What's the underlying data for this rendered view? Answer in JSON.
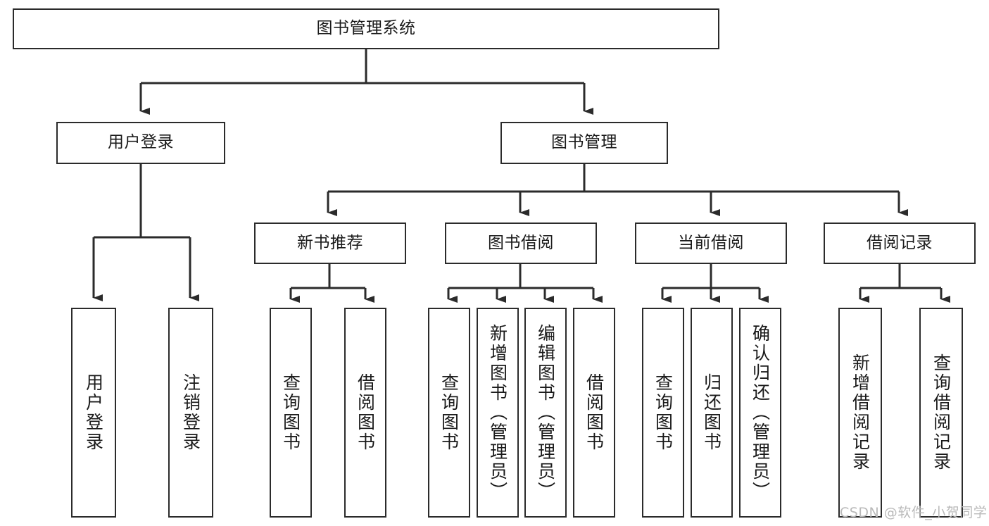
{
  "diagram": {
    "title": "图书管理系统",
    "type": "tree-hierarchy",
    "stroke_color": "#2b2b2b",
    "fill_color": "#ffffff",
    "text_color": "#1a1a1a"
  },
  "nodes": {
    "root": {
      "label": "图书管理系统",
      "level": 0
    },
    "l1": [
      {
        "id": "user-login",
        "label": "用户登录"
      },
      {
        "id": "book-manage",
        "label": "图书管理"
      }
    ],
    "l2": [
      {
        "id": "new-book-rec",
        "label": "新书推荐"
      },
      {
        "id": "book-borrow",
        "label": "图书借阅"
      },
      {
        "id": "current-borrow",
        "label": "当前借阅"
      },
      {
        "id": "borrow-record",
        "label": "借阅记录"
      }
    ],
    "leaves": [
      {
        "id": "leaf-user-login",
        "label": "用户登录",
        "parent": "user-login"
      },
      {
        "id": "leaf-logout",
        "label": "注销登录",
        "parent": "user-login"
      },
      {
        "id": "leaf-query-book-1",
        "label": "查询图书",
        "parent": "new-book-rec"
      },
      {
        "id": "leaf-borrow-book-1",
        "label": "借阅图书",
        "parent": "new-book-rec"
      },
      {
        "id": "leaf-query-book-2",
        "label": "查询图书",
        "parent": "book-borrow"
      },
      {
        "id": "leaf-add-book",
        "label": "新增图书（管理员）",
        "parent": "book-borrow"
      },
      {
        "id": "leaf-edit-book",
        "label": "编辑图书（管理员）",
        "parent": "book-borrow"
      },
      {
        "id": "leaf-borrow-book-2",
        "label": "借阅图书",
        "parent": "book-borrow"
      },
      {
        "id": "leaf-query-book-3",
        "label": "查询图书",
        "parent": "current-borrow"
      },
      {
        "id": "leaf-return-book",
        "label": "归还图书",
        "parent": "current-borrow"
      },
      {
        "id": "leaf-confirm-return",
        "label": "确认归还（管理员）",
        "parent": "current-borrow"
      },
      {
        "id": "leaf-add-record",
        "label": "新增借阅记录",
        "parent": "borrow-record"
      },
      {
        "id": "leaf-query-record",
        "label": "查询借阅记录",
        "parent": "borrow-record"
      }
    ]
  },
  "watermark": {
    "text": "CSDN @软件_小贺同学"
  }
}
